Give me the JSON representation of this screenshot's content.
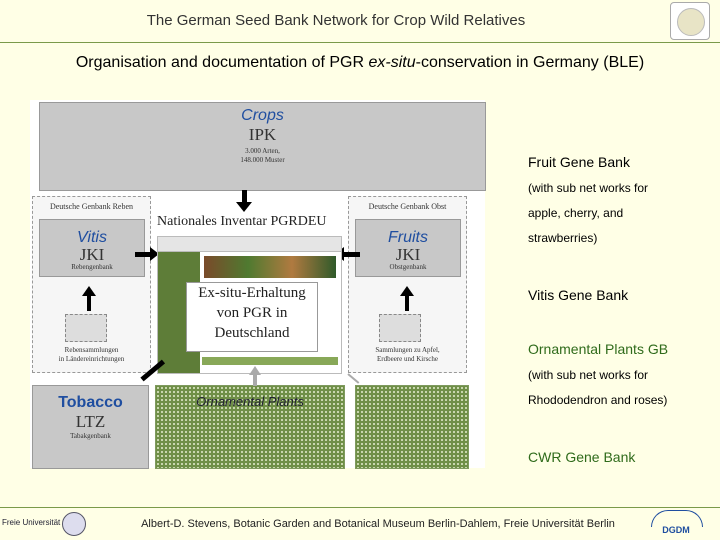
{
  "header": {
    "title": "The German Seed Bank Network for Crop Wild Relatives"
  },
  "subtitle": {
    "before": "Organisation and documentation of PGR ",
    "italic": "ex-situ",
    "after": "-conservation in Germany (BLE)"
  },
  "diagram": {
    "crops": {
      "name": "Crops",
      "institute": "IPK",
      "line1": "3.000 Arten,",
      "line2": "148.000 Muster"
    },
    "left_panel": {
      "header": "Deutsche Genbank Reben",
      "name": "Vitis",
      "institute": "JKI",
      "sub": "Rebengenbank",
      "foot1": "Rebensammlungen",
      "foot2": "in Ländereinrichtungen"
    },
    "right_panel": {
      "header": "Deutsche Genbank Obst",
      "name": "Fruits",
      "institute": "JKI",
      "sub": "Obstgenbank",
      "foot1": "Sammlungen zu Apfel,",
      "foot2": "Erdbeere und Kirsche"
    },
    "center": {
      "heading": "Nationales Inventar PGRDEU",
      "line1": "Ex-situ-Erhaltung",
      "line2": "von PGR in",
      "line3": "Deutschland"
    },
    "tobacco": {
      "name": "Tobacco",
      "institute": "LTZ",
      "sub": "Tabakgenbank"
    },
    "ornamental": {
      "label": "Ornamental Plants"
    }
  },
  "right_text": {
    "fruit_title": "Fruit Gene Bank",
    "fruit_l1": "(with sub net works for",
    "fruit_l2": "apple, cherry, and",
    "fruit_l3": "strawberries)",
    "vitis_title": "Vitis Gene Bank",
    "orn_title": "Ornamental Plants GB",
    "orn_l1": "(with sub net works for",
    "orn_l2": "Rhododendron and roses)",
    "cwr_title": "CWR Gene Bank"
  },
  "footer": {
    "text": "Albert-D. Stevens, Botanic Garden and Botanical Museum Berlin-Dahlem, Freie Universität Berlin",
    "fu_logo": "Freie Universität Berlin",
    "dgdm_logo": "DGDM"
  },
  "colors": {
    "background": "#ffffe6",
    "blue": "#1f4ea0",
    "green": "#2f6b1b",
    "rule": "#7a9a4a"
  }
}
